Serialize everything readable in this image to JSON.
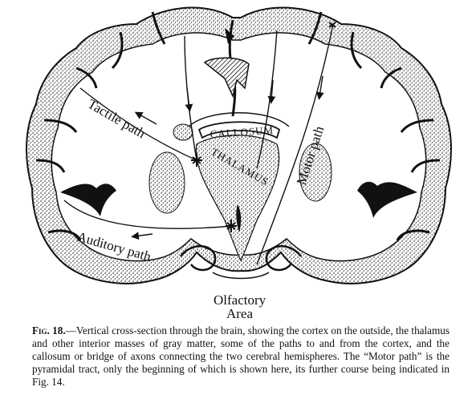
{
  "labels": {
    "tactile_path": "Tactile path",
    "motor_path": "Motor path",
    "auditory_path": "Auditory path",
    "callosum": "CALLOSUM",
    "thalamus": "THALAMUS",
    "olfactory_line1": "Olfactory",
    "olfactory_line2": "Area"
  },
  "caption": {
    "fig_label": "Fig. 18.",
    "text": "—Vertical cross-section through the brain, showing the cortex on the outside, the thalamus and other interior masses of gray matter, some of the paths to and from the cortex, and the callosum or bridge of axons connecting the two cerebral hemispheres. The “Motor path” is the pyramidal tract, only the beginning of which is shown here, its further course being indicated in Fig. 14."
  }
}
